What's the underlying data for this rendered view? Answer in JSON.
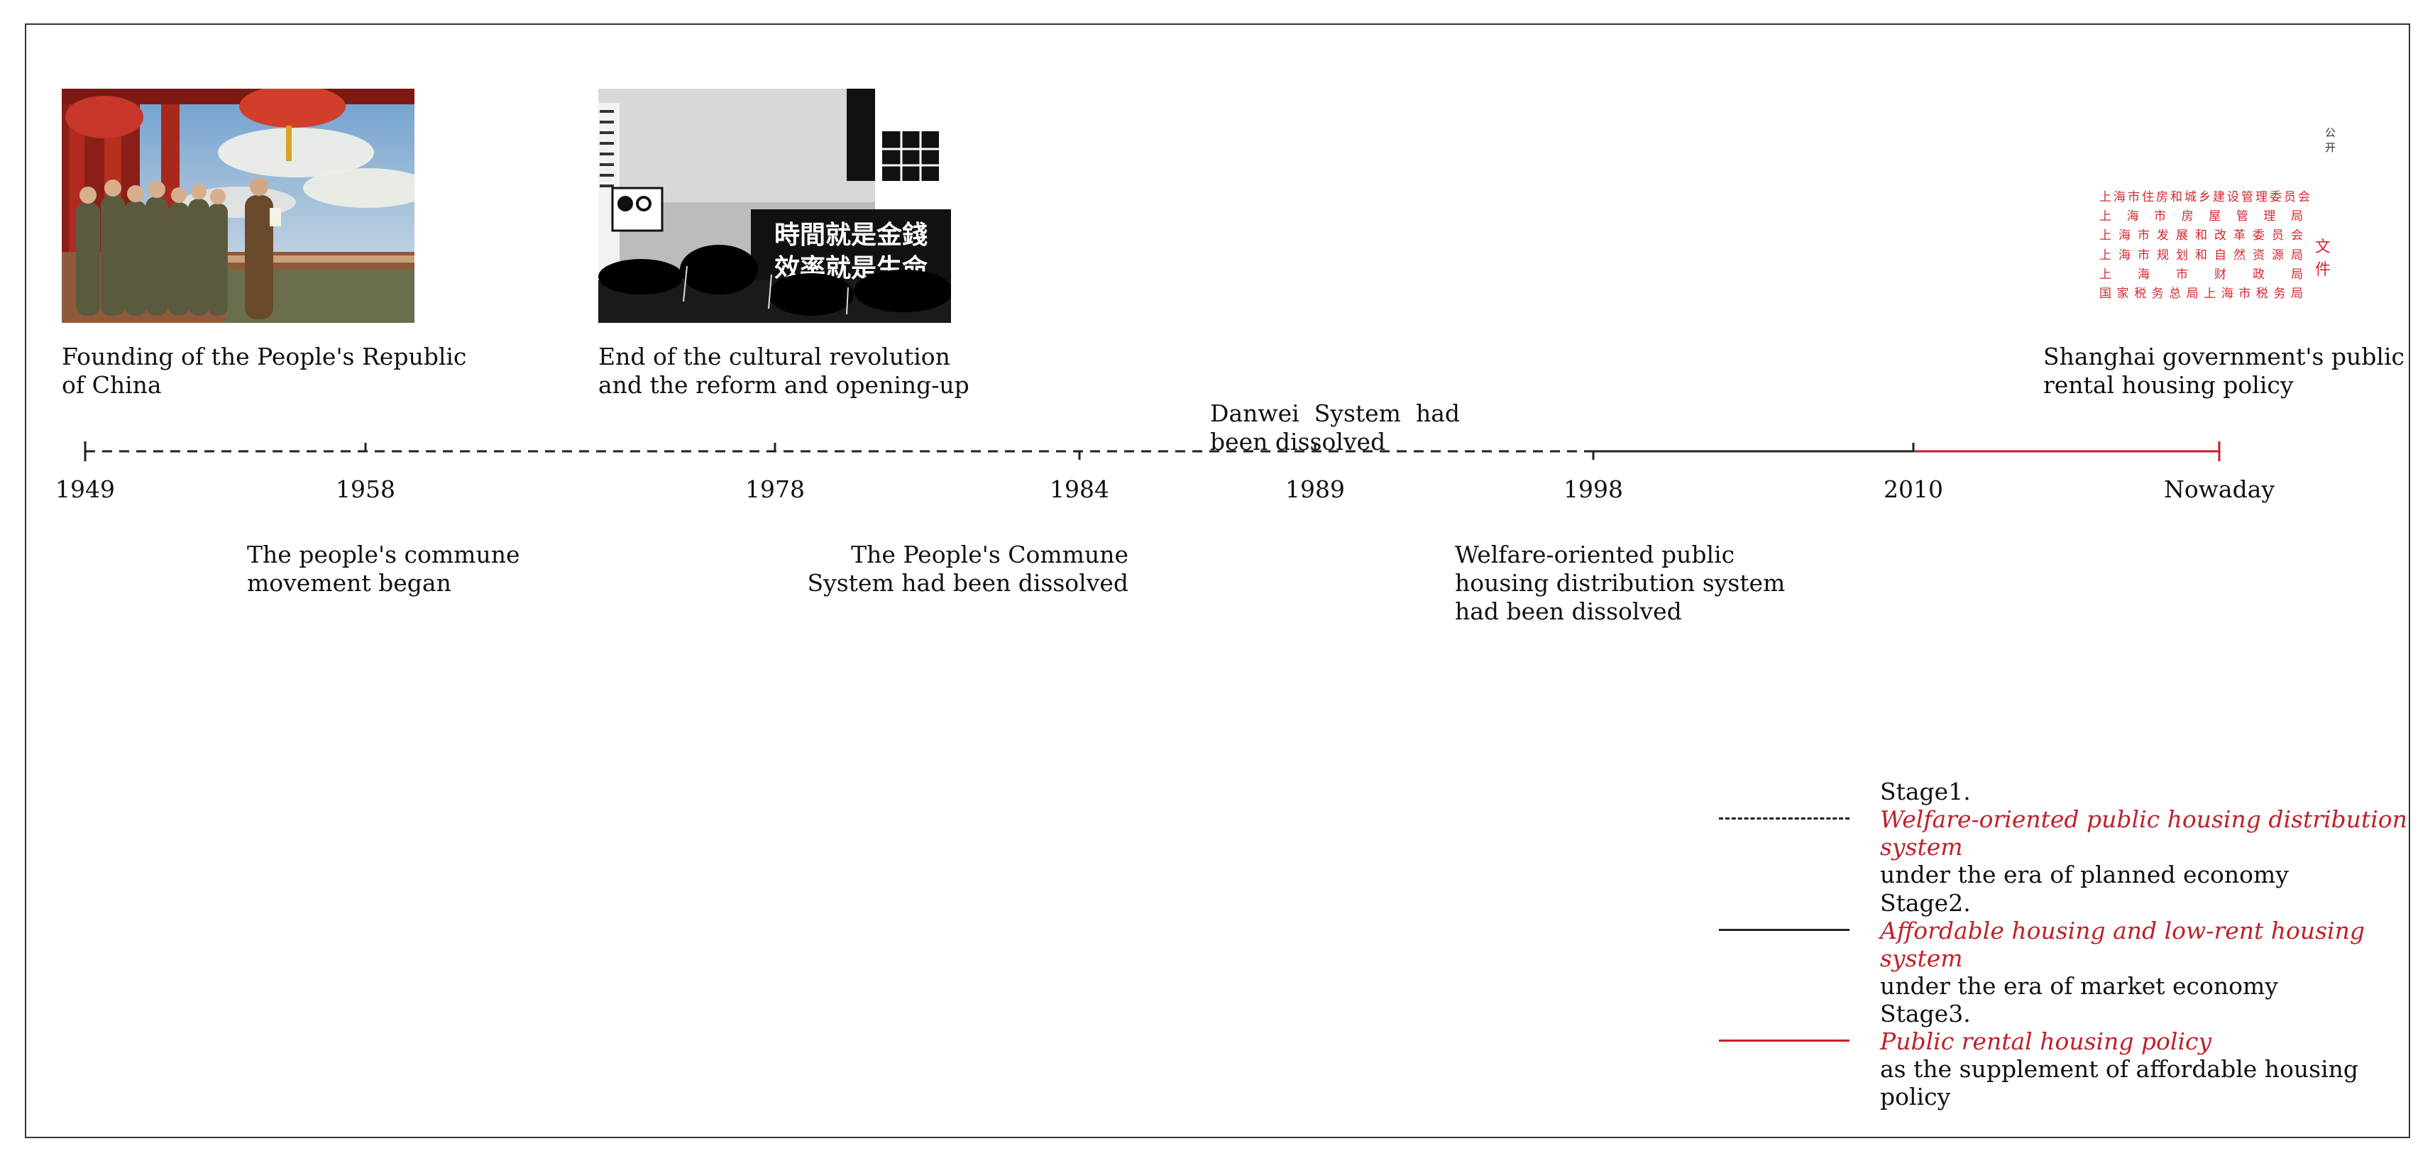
{
  "colors": {
    "stage1": "#222222",
    "stage2": "#222222",
    "stage3": "#c0202a",
    "accent_text": "#c0202a",
    "frame": "#333333"
  },
  "events_above": [
    {
      "id": "ev-1949",
      "lines": [
        "Founding of the People's Republic",
        "of China"
      ]
    },
    {
      "id": "ev-1978",
      "lines": [
        "End of the cultural revolution",
        "and the reform and opening-up"
      ]
    },
    {
      "id": "ev-1989",
      "lines": [
        "Danwei  System  had",
        "been dissolved"
      ]
    },
    {
      "id": "ev-now",
      "lines": [
        "Shanghai government's public",
        "rental housing policy"
      ]
    }
  ],
  "events_below": [
    {
      "id": "ev-1958",
      "lines": [
        "The people's commune",
        "movement began"
      ]
    },
    {
      "id": "ev-1984",
      "lines": [
        "The People's Commune",
        "System had been dissolved"
      ]
    },
    {
      "id": "ev-1998",
      "lines": [
        "Welfare-oriented public",
        "housing distribution system",
        "had been dissolved"
      ]
    }
  ],
  "timeline": {
    "ticks": [
      {
        "label": "1949"
      },
      {
        "label": "1958"
      },
      {
        "label": "1978"
      },
      {
        "label": "1984"
      },
      {
        "label": "1989"
      },
      {
        "label": "1998"
      },
      {
        "label": "2010"
      },
      {
        "label": "Nowaday"
      }
    ]
  },
  "photo2_banner": {
    "line1": "時間就是金錢",
    "line2": "效率就是生命"
  },
  "document_header": {
    "corner_mark": "公 开",
    "issuers": [
      "上海市住房和城乡建设管理委员会",
      "上 海 市 房 屋 管 理 局",
      "上海市发展和改革委员会",
      "上海市规划和自然资源局",
      "上 海 市 财 政 局",
      "国家税务总局上海市税务局"
    ],
    "suffix": "文件"
  },
  "legend": [
    {
      "style": "dashed",
      "stage": "Stage1.",
      "title": "Welfare-oriented public housing distribution system",
      "desc": "under the era of planned economy"
    },
    {
      "style": "solid-black",
      "stage": "Stage2.",
      "title": "Affordable housing and low-rent housing system",
      "desc": "under the era of market economy"
    },
    {
      "style": "solid-red",
      "stage": "Stage3.",
      "title": "Public rental housing policy",
      "desc": "as the supplement of affordable housing policy"
    }
  ]
}
